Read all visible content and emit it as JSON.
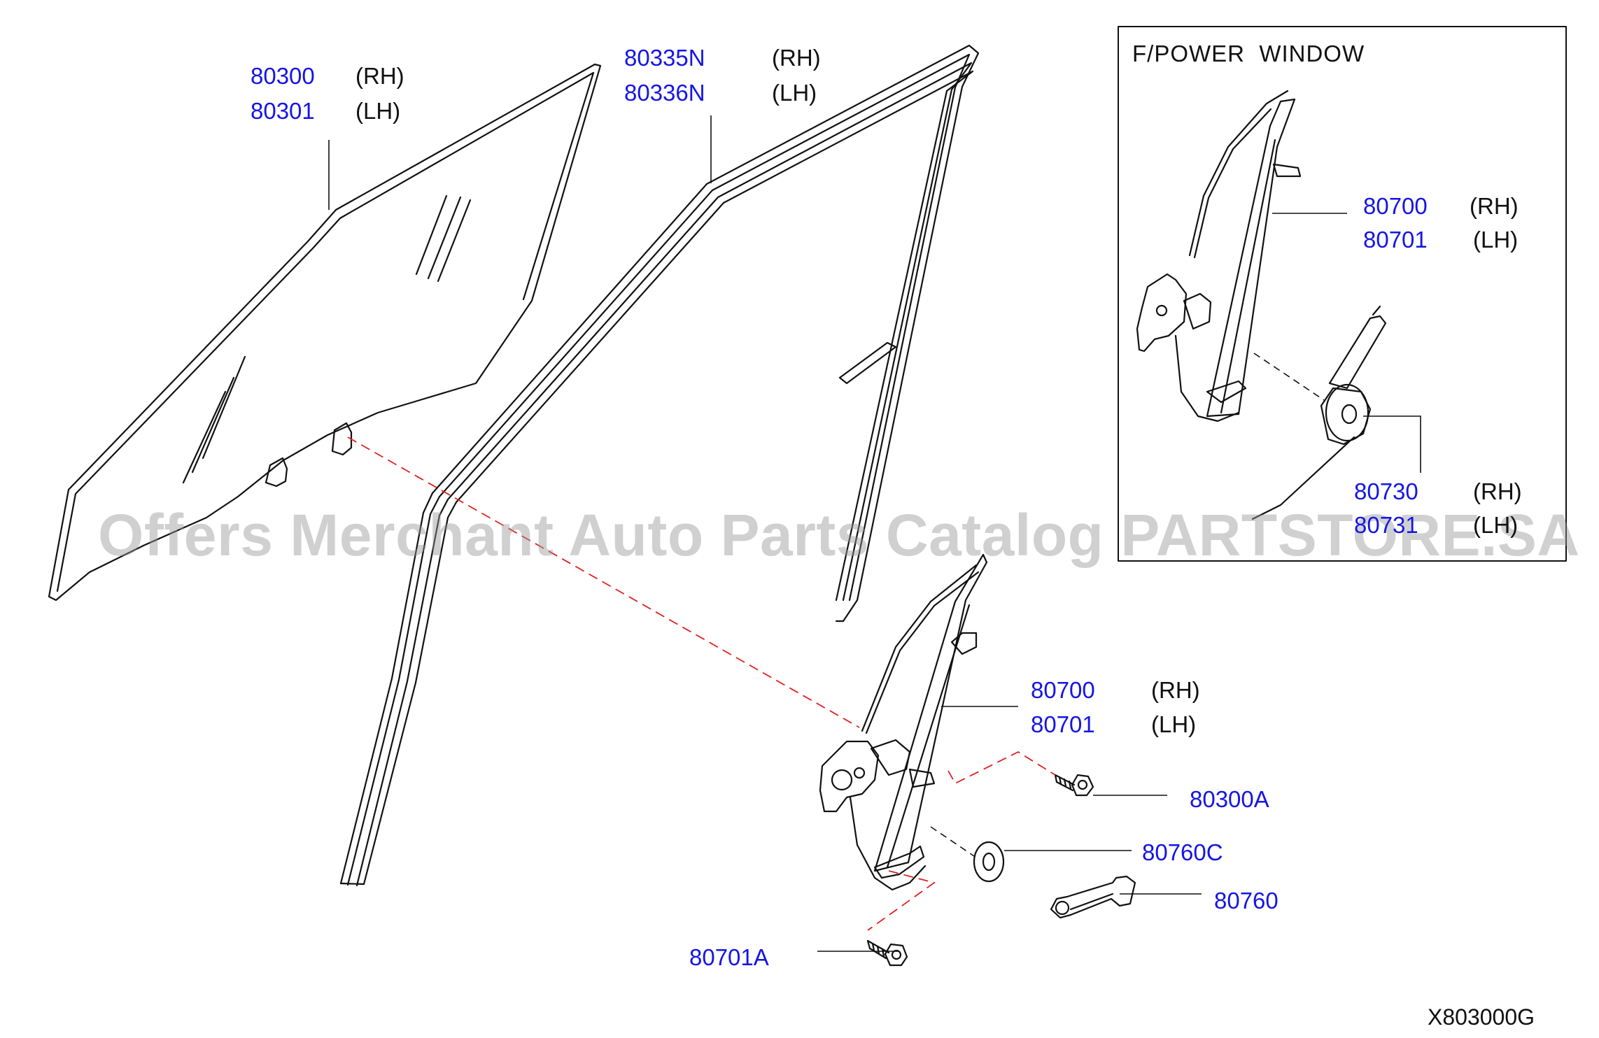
{
  "diagram_code": "X803000G",
  "watermark": "Offers Merchant Auto Parts Catalog PARTSTORE.SA",
  "inset": {
    "title": "F/POWER  WINDOW"
  },
  "colors": {
    "part_number": "#1515e6",
    "leader_red": "#e02020",
    "line": "#111111"
  },
  "labels": {
    "glass_rh": {
      "part": "80300",
      "side": "(RH)"
    },
    "glass_lh": {
      "part": "80301",
      "side": "(LH)"
    },
    "run_rh": {
      "part": "80335N",
      "side": "(RH)"
    },
    "run_lh": {
      "part": "80336N",
      "side": "(LH)"
    },
    "reg_rh": {
      "part": "80700",
      "side": "(RH)"
    },
    "reg_lh": {
      "part": "80701",
      "side": "(LH)"
    },
    "bolt_a": {
      "part": "80300A"
    },
    "washer": {
      "part": "80760C"
    },
    "handle": {
      "part": "80760"
    },
    "bolt_b": {
      "part": "80701A"
    },
    "inset_reg_rh": {
      "part": "80700",
      "side": "(RH)"
    },
    "inset_reg_lh": {
      "part": "80701",
      "side": "(LH)"
    },
    "motor_rh": {
      "part": "80730",
      "side": "(RH)"
    },
    "motor_lh": {
      "part": "80731",
      "side": "(LH)"
    }
  }
}
